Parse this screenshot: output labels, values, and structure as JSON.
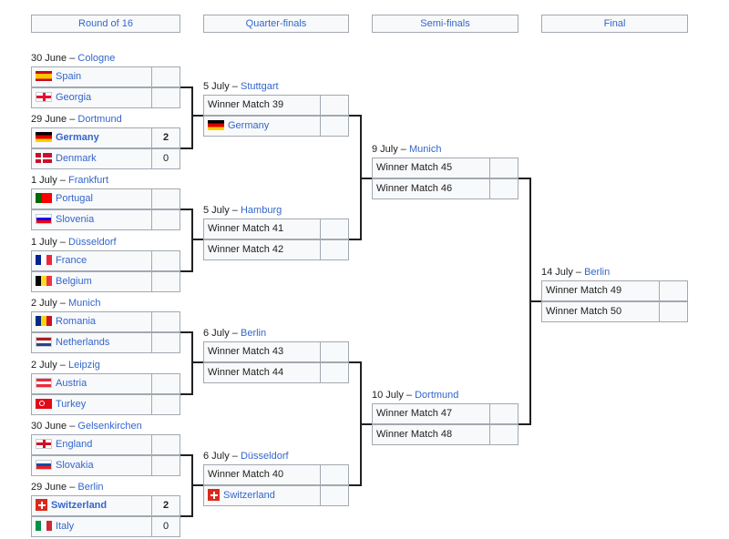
{
  "rounds": [
    "Round of 16",
    "Quarter-finals",
    "Semi-finals",
    "Final"
  ],
  "matches": [
    {
      "date": "30 June",
      "venue": "Cologne",
      "teams": [
        {
          "name": "Spain",
          "flag": "spain-flag-icon",
          "score": ""
        },
        {
          "name": "Georgia",
          "flag": "georgia-flag-icon",
          "score": ""
        }
      ]
    },
    {
      "date": "29 June",
      "venue": "Dortmund",
      "teams": [
        {
          "name": "Germany",
          "flag": "germany-flag-icon",
          "score": "2",
          "winner": true
        },
        {
          "name": "Denmark",
          "flag": "denmark-flag-icon",
          "score": "0"
        }
      ]
    },
    {
      "date": "1 July",
      "venue": "Frankfurt",
      "teams": [
        {
          "name": "Portugal",
          "flag": "portugal-flag-icon",
          "score": ""
        },
        {
          "name": "Slovenia",
          "flag": "slovenia-flag-icon",
          "score": ""
        }
      ]
    },
    {
      "date": "1 July",
      "venue": "Düsseldorf",
      "teams": [
        {
          "name": "France",
          "flag": "france-flag-icon",
          "score": ""
        },
        {
          "name": "Belgium",
          "flag": "belgium-flag-icon",
          "score": ""
        }
      ]
    },
    {
      "date": "2 July",
      "venue": "Munich",
      "teams": [
        {
          "name": "Romania",
          "flag": "romania-flag-icon",
          "score": ""
        },
        {
          "name": "Netherlands",
          "flag": "netherlands-flag-icon",
          "score": ""
        }
      ]
    },
    {
      "date": "2 July",
      "venue": "Leipzig",
      "teams": [
        {
          "name": "Austria",
          "flag": "austria-flag-icon",
          "score": ""
        },
        {
          "name": "Turkey",
          "flag": "turkey-flag-icon",
          "score": ""
        }
      ]
    },
    {
      "date": "30 June",
      "venue": "Gelsenkirchen",
      "teams": [
        {
          "name": "England",
          "flag": "england-flag-icon",
          "score": ""
        },
        {
          "name": "Slovakia",
          "flag": "slovakia-flag-icon",
          "score": ""
        }
      ]
    },
    {
      "date": "29 June",
      "venue": "Berlin",
      "teams": [
        {
          "name": "Switzerland",
          "flag": "switzerland-flag-icon",
          "score": "2",
          "winner": true
        },
        {
          "name": "Italy",
          "flag": "italy-flag-icon",
          "score": "0"
        }
      ]
    },
    {
      "date": "5 July",
      "venue": "Stuttgart",
      "teams": [
        {
          "name": "Winner Match 39",
          "score": ""
        },
        {
          "name": "Germany",
          "flag": "germany-flag-icon",
          "score": ""
        }
      ]
    },
    {
      "date": "5 July",
      "venue": "Hamburg",
      "teams": [
        {
          "name": "Winner Match 41",
          "score": ""
        },
        {
          "name": "Winner Match 42",
          "score": ""
        }
      ]
    },
    {
      "date": "6 July",
      "venue": "Berlin",
      "teams": [
        {
          "name": "Winner Match 43",
          "score": ""
        },
        {
          "name": "Winner Match 44",
          "score": ""
        }
      ]
    },
    {
      "date": "6 July",
      "venue": "Düsseldorf",
      "teams": [
        {
          "name": "Winner Match 40",
          "score": ""
        },
        {
          "name": "Switzerland",
          "flag": "switzerland-flag-icon",
          "score": ""
        }
      ]
    },
    {
      "date": "9 July",
      "venue": "Munich",
      "teams": [
        {
          "name": "Winner Match 45",
          "score": ""
        },
        {
          "name": "Winner Match 46",
          "score": ""
        }
      ]
    },
    {
      "date": "10 July",
      "venue": "Dortmund",
      "teams": [
        {
          "name": "Winner Match 47",
          "score": ""
        },
        {
          "name": "Winner Match 48",
          "score": ""
        }
      ]
    },
    {
      "date": "14 July",
      "venue": "Berlin",
      "teams": [
        {
          "name": "Winner Match 49",
          "score": ""
        },
        {
          "name": "Winner Match 50",
          "score": ""
        }
      ]
    }
  ]
}
